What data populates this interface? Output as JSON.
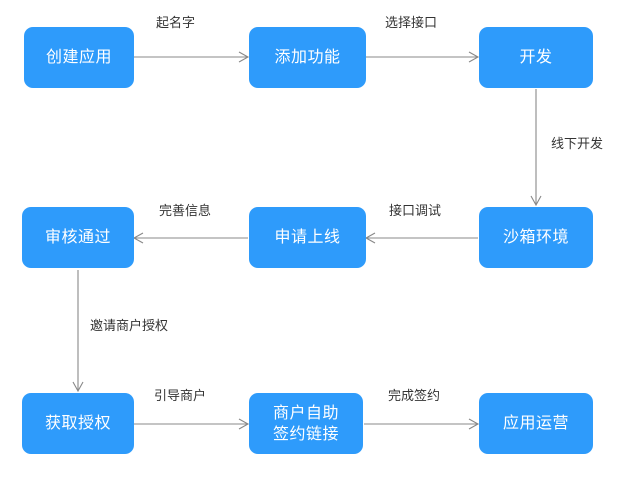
{
  "diagram": {
    "title": "",
    "accent_color": "#2e9bfb",
    "edge_color": "#888888",
    "label_color": "#333333",
    "nodes": [
      {
        "id": "create-app",
        "label": "创建应用"
      },
      {
        "id": "add-function",
        "label": "添加功能"
      },
      {
        "id": "develop",
        "label": "开发"
      },
      {
        "id": "sandbox",
        "label": "沙箱环境"
      },
      {
        "id": "apply-online",
        "label": "申请上线"
      },
      {
        "id": "review-passed",
        "label": "审核通过"
      },
      {
        "id": "get-authorization",
        "label": "获取授权"
      },
      {
        "id": "merchant-self-sign",
        "label": "商户自助\n签约链接"
      },
      {
        "id": "app-operation",
        "label": "应用运营"
      }
    ],
    "edges": [
      {
        "id": "e1",
        "from": "create-app",
        "to": "add-function",
        "label": "起名字"
      },
      {
        "id": "e2",
        "from": "add-function",
        "to": "develop",
        "label": "选择接口"
      },
      {
        "id": "e3",
        "from": "develop",
        "to": "sandbox",
        "label": "线下开发"
      },
      {
        "id": "e4",
        "from": "sandbox",
        "to": "apply-online",
        "label": "接口调试"
      },
      {
        "id": "e5",
        "from": "apply-online",
        "to": "review-passed",
        "label": "完善信息"
      },
      {
        "id": "e6",
        "from": "review-passed",
        "to": "get-authorization",
        "label": "邀请商户授权"
      },
      {
        "id": "e7",
        "from": "get-authorization",
        "to": "merchant-self-sign",
        "label": "引导商户"
      },
      {
        "id": "e8",
        "from": "merchant-self-sign",
        "to": "app-operation",
        "label": "完成签约"
      }
    ]
  }
}
